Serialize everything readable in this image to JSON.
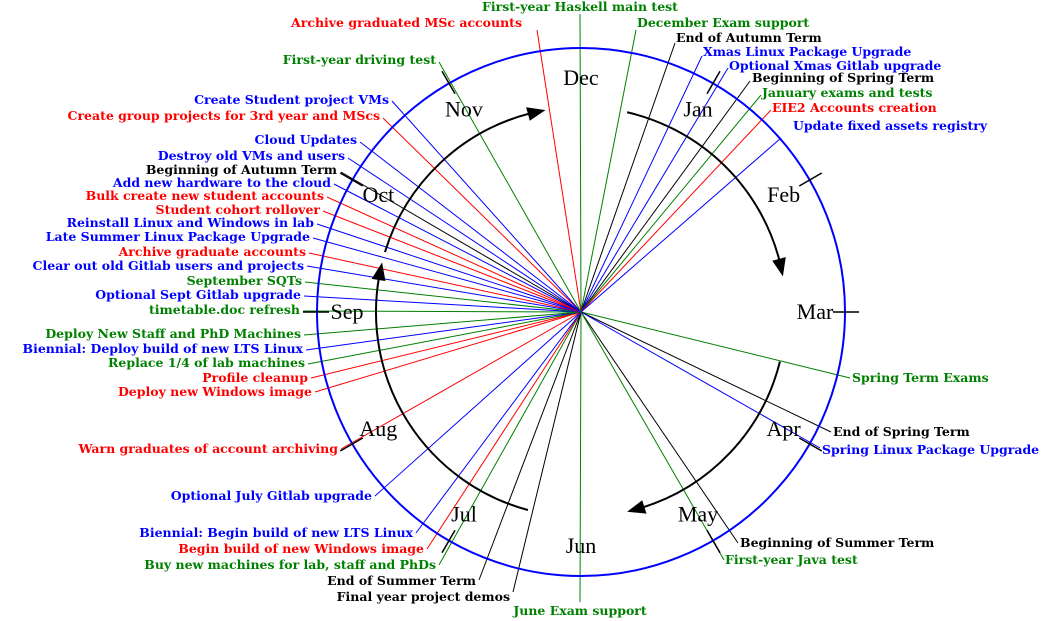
{
  "colors": {
    "blue": "#0000ff",
    "red": "#ff0000",
    "green": "#008000",
    "black": "#000000"
  },
  "months": [
    "Dec",
    "Jan",
    "Feb",
    "Mar",
    "Apr",
    "May",
    "Jun",
    "Jul",
    "Aug",
    "Sep",
    "Oct",
    "Nov"
  ],
  "events": [
    {
      "label": "First-year Haskell main test",
      "color": "green"
    },
    {
      "label": "Archive graduated MSc accounts",
      "color": "red"
    },
    {
      "label": "December Exam support",
      "color": "green"
    },
    {
      "label": "End of Autumn Term",
      "color": "black"
    },
    {
      "label": "Xmas Linux Package Upgrade",
      "color": "blue"
    },
    {
      "label": "Optional Xmas Gitlab upgrade",
      "color": "blue"
    },
    {
      "label": "Beginning of Spring Term",
      "color": "black"
    },
    {
      "label": "January exams and tests",
      "color": "green"
    },
    {
      "label": "EIE2 Accounts creation",
      "color": "red"
    },
    {
      "label": "Update fixed assets registry",
      "color": "blue"
    },
    {
      "label": "Spring Term Exams",
      "color": "green"
    },
    {
      "label": "End of Spring Term",
      "color": "black"
    },
    {
      "label": "Spring Linux Package Upgrade",
      "color": "blue"
    },
    {
      "label": "Beginning of Summer Term",
      "color": "black"
    },
    {
      "label": "First-year Java test",
      "color": "green"
    },
    {
      "label": "June Exam support",
      "color": "green"
    },
    {
      "label": "Final year project demos",
      "color": "black"
    },
    {
      "label": "End of Summer Term",
      "color": "black"
    },
    {
      "label": "Buy new machines for lab, staff and PhDs",
      "color": "green"
    },
    {
      "label": "Begin build of new Windows image",
      "color": "red"
    },
    {
      "label": "Biennial: Begin build of new LTS Linux",
      "color": "blue"
    },
    {
      "label": "Optional July Gitlab upgrade",
      "color": "blue"
    },
    {
      "label": "Warn graduates of account archiving",
      "color": "red"
    },
    {
      "label": "Deploy new Windows image",
      "color": "red"
    },
    {
      "label": "Profile cleanup",
      "color": "red"
    },
    {
      "label": "Replace 1/4 of lab machines",
      "color": "green"
    },
    {
      "label": "Biennial: Deploy build of new LTS Linux",
      "color": "blue"
    },
    {
      "label": "Deploy New Staff and PhD Machines",
      "color": "green"
    },
    {
      "label": "timetable.doc refresh",
      "color": "green"
    },
    {
      "label": "Optional Sept Gitlab upgrade",
      "color": "blue"
    },
    {
      "label": "September SQTs",
      "color": "green"
    },
    {
      "label": "Clear out old Gitlab users and projects",
      "color": "blue"
    },
    {
      "label": "Archive graduate accounts",
      "color": "red"
    },
    {
      "label": "Late Summer Linux Package Upgrade",
      "color": "blue"
    },
    {
      "label": "Reinstall Linux and Windows in lab",
      "color": "blue"
    },
    {
      "label": "Student cohort rollover",
      "color": "red"
    },
    {
      "label": "Bulk create new student accounts",
      "color": "red"
    },
    {
      "label": "Add new hardware to the cloud",
      "color": "blue"
    },
    {
      "label": "Beginning of Autumn Term",
      "color": "black"
    },
    {
      "label": "Destroy old VMs and users",
      "color": "blue"
    },
    {
      "label": "Cloud Updates",
      "color": "blue"
    },
    {
      "label": "Create group projects for 3rd year and MScs",
      "color": "red"
    },
    {
      "label": "Create Student project VMs",
      "color": "blue"
    },
    {
      "label": "First-year driving test",
      "color": "green"
    }
  ]
}
